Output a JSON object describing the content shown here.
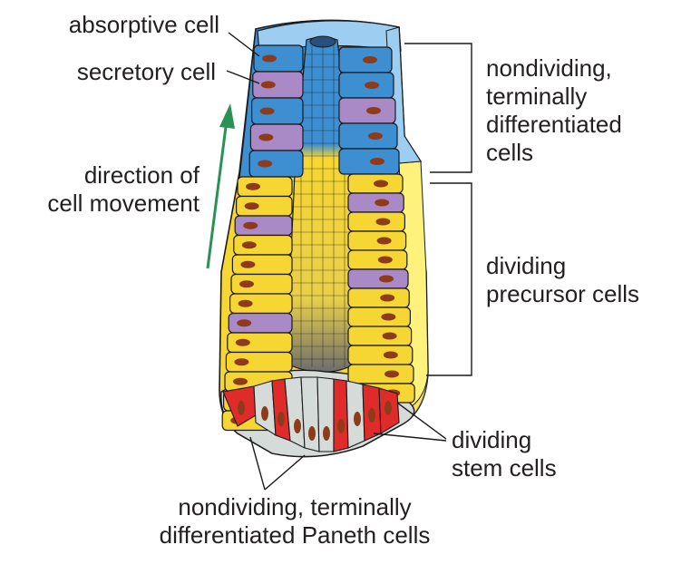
{
  "labels": {
    "absorptive_cell": "absorptive cell",
    "secretory_cell": "secretory cell",
    "direction_line1": "direction of",
    "direction_line2": "cell movement",
    "nondividing_line1": "nondividing,",
    "nondividing_line2": "terminally",
    "nondividing_line3": "differentiated",
    "nondividing_line4": "cells",
    "precursor_line1": "dividing",
    "precursor_line2": "precursor cells",
    "stem_line1": "dividing",
    "stem_line2": "stem cells",
    "paneth_line1": "nondividing, terminally",
    "paneth_line2": "differentiated Paneth cells"
  },
  "colors": {
    "absorptive_blue": "#3d8fd1",
    "absorptive_blue_light": "#9dcdf0",
    "secretory_purple": "#a98ac7",
    "precursor_yellow": "#f6d632",
    "precursor_yellow_light": "#fff27c",
    "stem_red": "#e02b2b",
    "paneth_gray": "#d4dbd9",
    "nucleus_brown": "#8e3b1b",
    "arrow_green": "#2b9155",
    "outline": "#1a1a1a"
  }
}
